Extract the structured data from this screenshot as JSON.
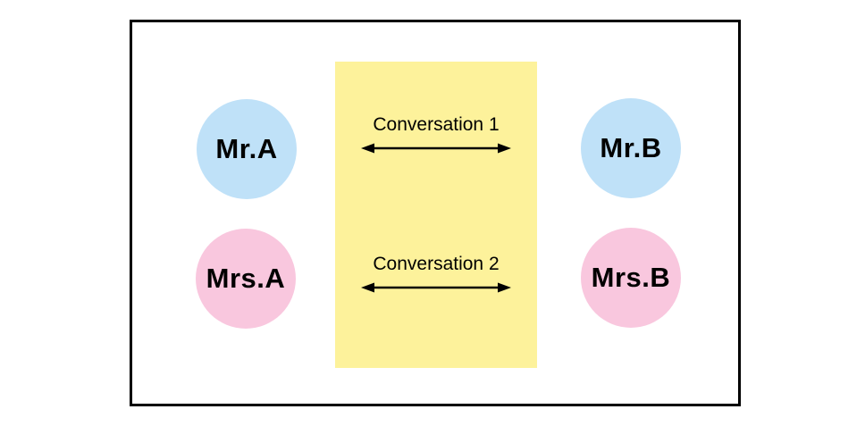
{
  "diagram": {
    "participants": [
      {
        "id": "mr-a",
        "label": "Mr.A",
        "color": "#bfe1f8",
        "side": "left",
        "row": "top"
      },
      {
        "id": "mr-b",
        "label": "Mr.B",
        "color": "#bfe1f8",
        "side": "right",
        "row": "top"
      },
      {
        "id": "mrs-a",
        "label": "Mrs.A",
        "color": "#f9c7de",
        "side": "left",
        "row": "bottom"
      },
      {
        "id": "mrs-b",
        "label": "Mrs.B",
        "color": "#f9c7de",
        "side": "right",
        "row": "bottom"
      }
    ],
    "conversations": [
      {
        "label": "Conversation 1"
      },
      {
        "label": "Conversation 2"
      }
    ],
    "colors": {
      "panel": "#fdf29b",
      "male_circle": "#bfe1f8",
      "female_circle": "#f9c7de",
      "frame_border": "#000000",
      "background": "#ffffff",
      "text": "#000000"
    }
  }
}
